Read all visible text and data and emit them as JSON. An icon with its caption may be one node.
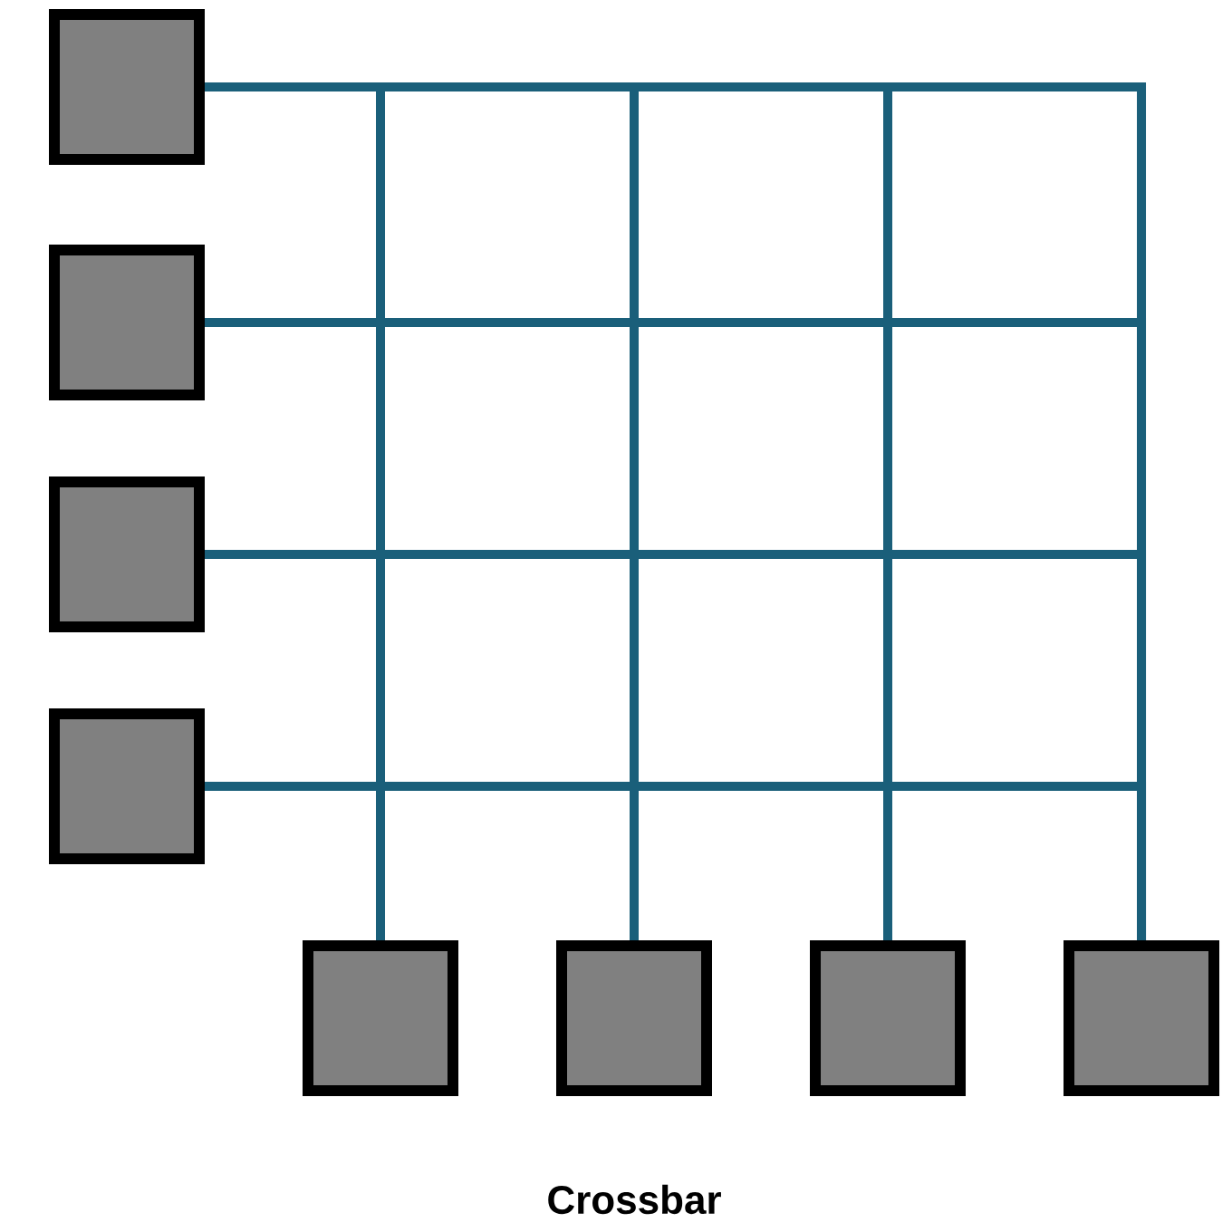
{
  "diagram": {
    "caption": "Crossbar",
    "nodes": [
      {
        "text": [],
        "shape": "box"
      },
      {
        "text": [],
        "shape": "box"
      },
      {
        "text": [],
        "shape": "box"
      },
      {
        "text": [],
        "shape": "box"
      },
      {
        "text": [],
        "shape": "box"
      },
      {
        "text": [],
        "shape": "box"
      },
      {
        "text": [],
        "shape": "box"
      },
      {
        "text": [],
        "shape": "box"
      }
    ],
    "edges": [
      {
        "from": 0,
        "to": 4,
        "arrow": "none"
      },
      {
        "from": 0,
        "to": 5,
        "arrow": "none"
      },
      {
        "from": 0,
        "to": 6,
        "arrow": "none"
      },
      {
        "from": 0,
        "to": 7,
        "arrow": "none"
      },
      {
        "from": 1,
        "to": 7,
        "arrow": "none"
      },
      {
        "from": 2,
        "to": 7,
        "arrow": "none"
      },
      {
        "from": 3,
        "to": 7,
        "arrow": "none"
      }
    ]
  }
}
